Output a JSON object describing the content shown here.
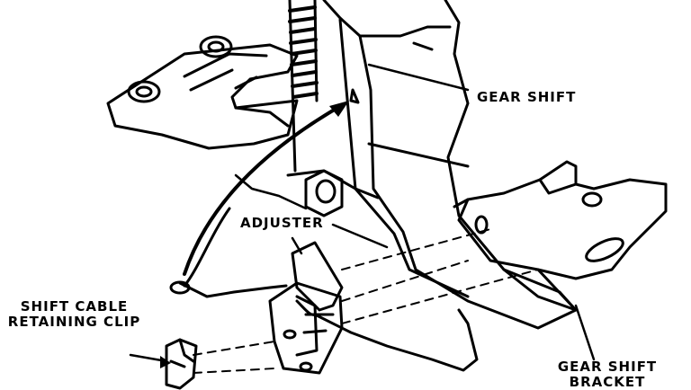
{
  "labels": {
    "gear_shift": "GEAR  SHIFT",
    "adjuster": "ADJUSTER",
    "shift_cable_line1": "SHIFT CABLE",
    "shift_cable_line2": "RETAINING CLIP",
    "bracket_line1": "GEAR  SHIFT",
    "bracket_line2": "BRACKET"
  }
}
